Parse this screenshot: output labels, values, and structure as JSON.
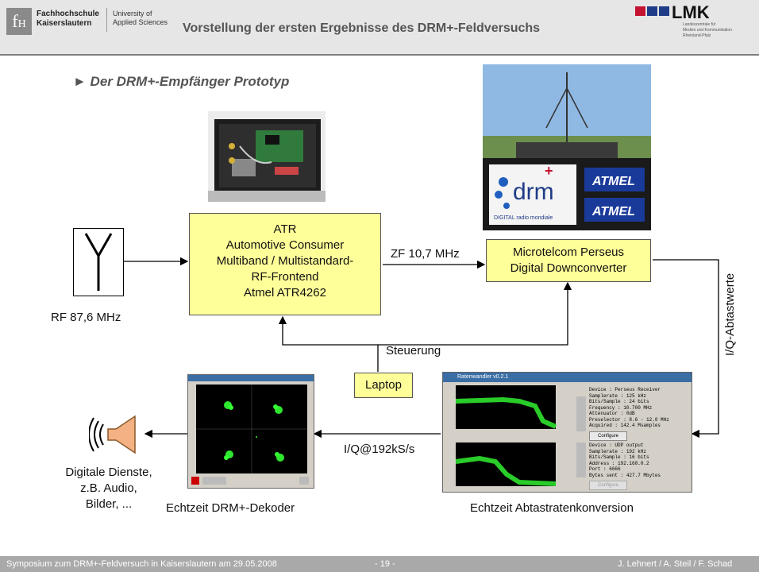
{
  "header": {
    "org_name_line1": "Fachhochschule",
    "org_name_line2": "Kaiserslautern",
    "org_en_line1": "University of",
    "org_en_line2": "Applied Sciences",
    "title": "Vorstellung der ersten Ergebnisse des DRM+-Feldversuchs",
    "partner_logo": "LMK",
    "partner_sub1": "Landeszentrale für",
    "partner_sub2": "Medien und Kommunikation",
    "partner_sub3": "Rheinland-Pfalz"
  },
  "slide": {
    "subtitle": "► Der DRM+-Empfänger Prototyp"
  },
  "diagram": {
    "antenna_label": "RF 87,6 MHz",
    "atr_box": [
      "ATR",
      "Automotive Consumer",
      "Multiband / Multistandard-",
      "RF-Frontend",
      "Atmel ATR4262"
    ],
    "zf_label": "ZF 10,7 MHz",
    "perseus_box": [
      "Microtelcom Perseus",
      "Digital Downconverter"
    ],
    "iq_label": "I/Q-Abtastwerte",
    "steuerung_label": "Steuerung",
    "laptop_box": "Laptop",
    "iq_rate_label": "I/Q@192kS/s",
    "decoder_caption": "Echtzeit DRM+-Dekoder",
    "resampler_caption": "Echtzeit Abtastratenkonversion",
    "services_label": [
      "Digitale Dienste,",
      "z.B. Audio,",
      "Bilder, ..."
    ],
    "drm_logo_text": "drm",
    "drm_logo_sub": "DIGITAL radio mondiale",
    "atmel_text": "ATMEL",
    "resampler_window": {
      "title": "Ratenwandler v0.2.1",
      "configure": "Configure",
      "upper_rows": [
        [
          "Device",
          ": Perseus Receiver"
        ],
        [
          "Samplerate",
          ": 125 kHz"
        ],
        [
          "Bits/Sample",
          ": 24 bits"
        ],
        [
          "Frequency",
          ": 10.700 MHz"
        ],
        [
          "Attenuator",
          ": 0dB"
        ],
        [
          "Preselector",
          ": 8.6 - 12.0 MHz"
        ],
        [
          "Acquired",
          ": 142.4 Msamples"
        ]
      ],
      "lower_rows": [
        [
          "Device",
          ": UDP output"
        ],
        [
          "Samplerate",
          ": 192 kHz"
        ],
        [
          "Bits/Sample",
          ": 16 bits"
        ],
        [
          "Address",
          ": 192.168.0.2"
        ],
        [
          "Port",
          ": 6666"
        ],
        [
          "Bytes sent",
          ": 427.7 Mbytes"
        ]
      ]
    }
  },
  "footer": {
    "left": "Symposium zum DRM+-Feldversuch in Kaiserslautern am 29.05.2008",
    "page": "- 19 -",
    "authors": "J. Lehnert / A. Steil / F. Schad"
  },
  "colors": {
    "box_fill": "#ffff99",
    "footer_bg": "#a9a9a9",
    "header_bg": "#e6e6e6",
    "spectrum_green": "#33ff33"
  }
}
